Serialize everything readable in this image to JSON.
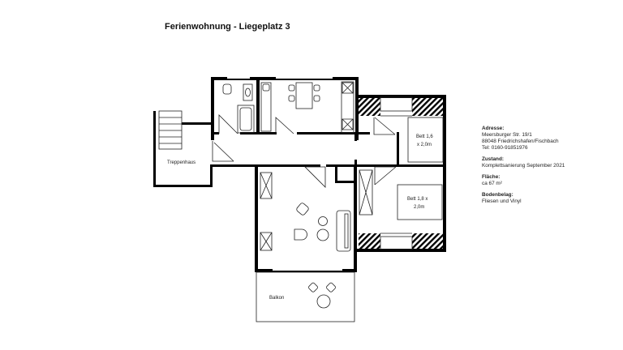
{
  "title": "Ferienwohnung - Liegeplatz 3",
  "plan": {
    "rooms": {
      "stair": "Treppenhaus",
      "balcony": "Balkon",
      "bed1_line1": "Bett 1,6",
      "bed1_line2": "x 2,0m",
      "bed2_line1": "Bett 1,8 x",
      "bed2_line2": "2,0m"
    }
  },
  "info": {
    "address_heading": "Adresse:",
    "address_line1": "Meersburger Str. 19/1",
    "address_line2": "88048 Friedrichshafen/Fischbach",
    "address_phone": "Tel: 0160-91851976",
    "condition_heading": "Zustand:",
    "condition_value": "Komplettsanierung September 2021",
    "area_heading": "Fläche:",
    "area_value": "ca 67 m²",
    "floor_heading": "Bodenbelag:",
    "floor_value": "Fliesen und Vinyl"
  }
}
